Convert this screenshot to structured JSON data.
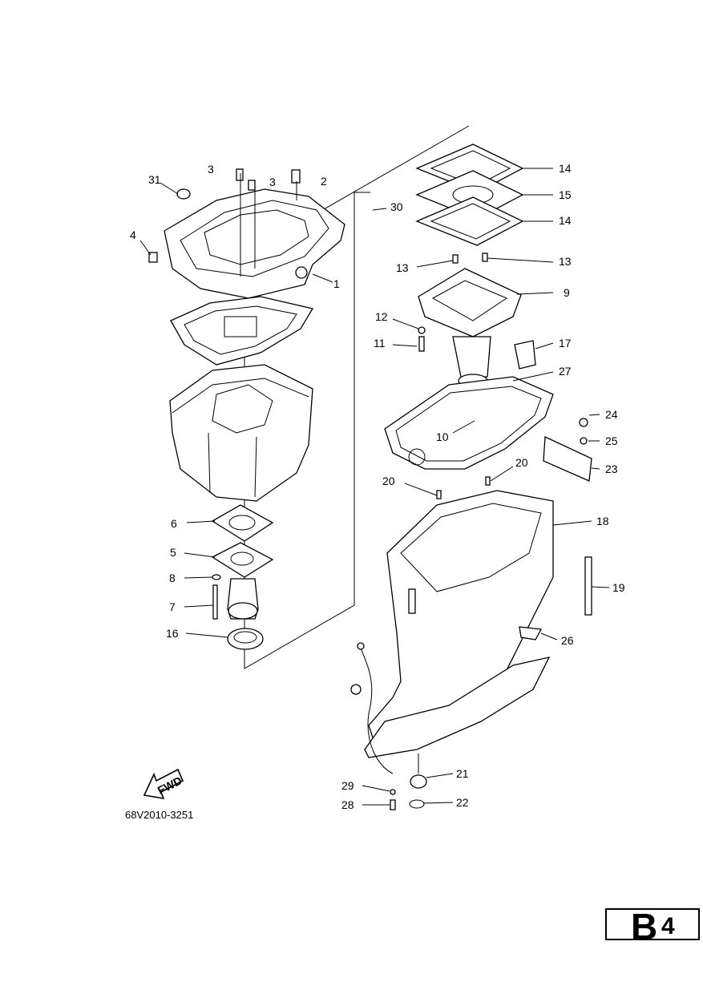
{
  "diagram": {
    "drawing_code": "68V2010-3251",
    "fwd_label": "FWD",
    "page_code": {
      "letter": "B",
      "number": "4"
    },
    "callouts": [
      "1",
      "2",
      "3",
      "3",
      "4",
      "5",
      "6",
      "7",
      "8",
      "9",
      "10",
      "11",
      "12",
      "13",
      "13",
      "14",
      "14",
      "15",
      "16",
      "17",
      "18",
      "19",
      "20",
      "20",
      "21",
      "22",
      "23",
      "24",
      "25",
      "26",
      "27",
      "28",
      "29",
      "30",
      "31"
    ]
  }
}
